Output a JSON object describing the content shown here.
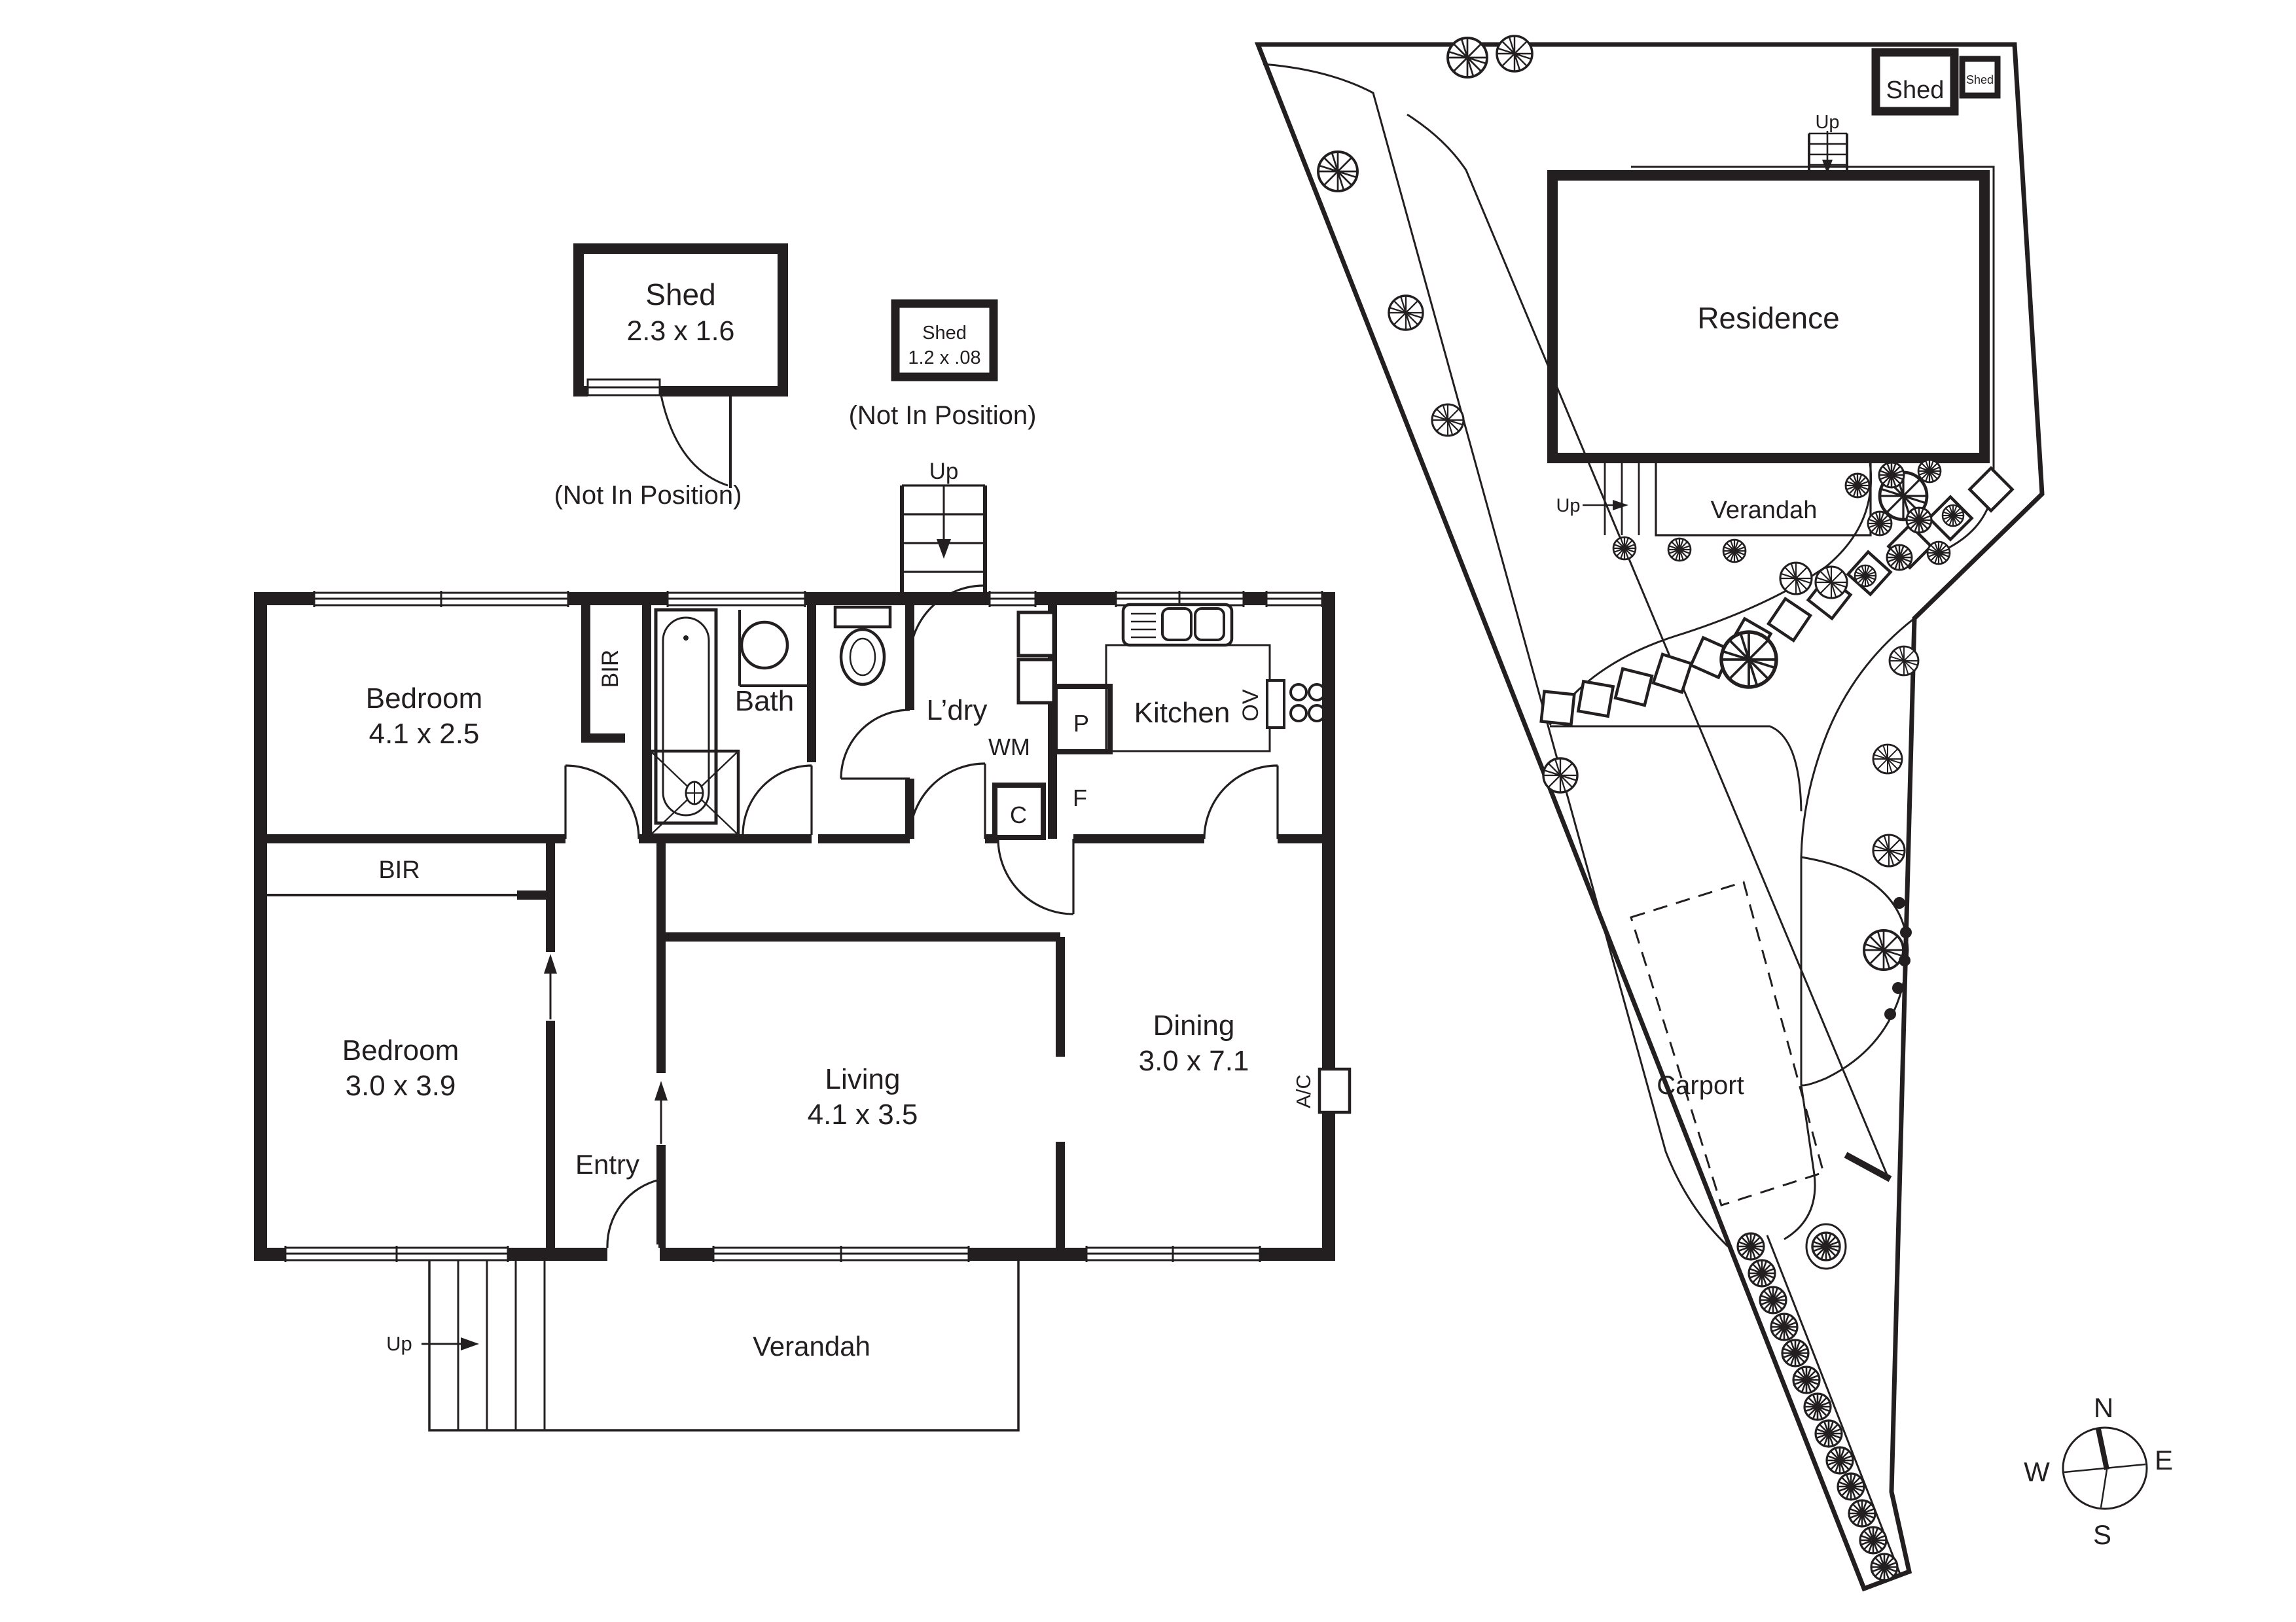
{
  "colors": {
    "ink": "#231f20",
    "paper": "#ffffff"
  },
  "floor_plan": {
    "shed_large": {
      "title": "Shed",
      "dims": "2.3 x 1.6",
      "note": "(Not In Position)"
    },
    "shed_small": {
      "title": "Shed",
      "dims": "1.2 x .08",
      "note": "(Not In Position)"
    },
    "stairs_top": {
      "label": "Up"
    },
    "rooms": {
      "bedroom1": {
        "name": "Bedroom",
        "dims": "4.1 x 2.5"
      },
      "bedroom2": {
        "name": "Bedroom",
        "dims": "3.0 x 3.9"
      },
      "living": {
        "name": "Living",
        "dims": "4.1 x 3.5"
      },
      "dining": {
        "name": "Dining",
        "dims": "3.0 x 7.1"
      },
      "bath": {
        "name": "Bath"
      },
      "laundry": {
        "name": "L’dry"
      },
      "kitchen": {
        "name": "Kitchen"
      },
      "entry": {
        "name": "Entry"
      },
      "verandah": {
        "name": "Verandah",
        "up": "Up"
      }
    },
    "fixtures": {
      "bir_robe1": "BIR",
      "bir_robe2": "BIR",
      "washing_machine": "WM",
      "pantry": "P",
      "cupboard": "C",
      "fridge": "F",
      "oven": "OV",
      "air_conditioner": "A/C"
    }
  },
  "site_plan": {
    "residence": "Residence",
    "verandah": {
      "label": "Verandah",
      "up": "Up"
    },
    "stairs": {
      "label": "Up"
    },
    "carport": "Carport",
    "shed_large": "Shed",
    "shed_small": "Shed",
    "compass": {
      "north": "N",
      "east": "E",
      "south": "S",
      "west": "W"
    }
  }
}
